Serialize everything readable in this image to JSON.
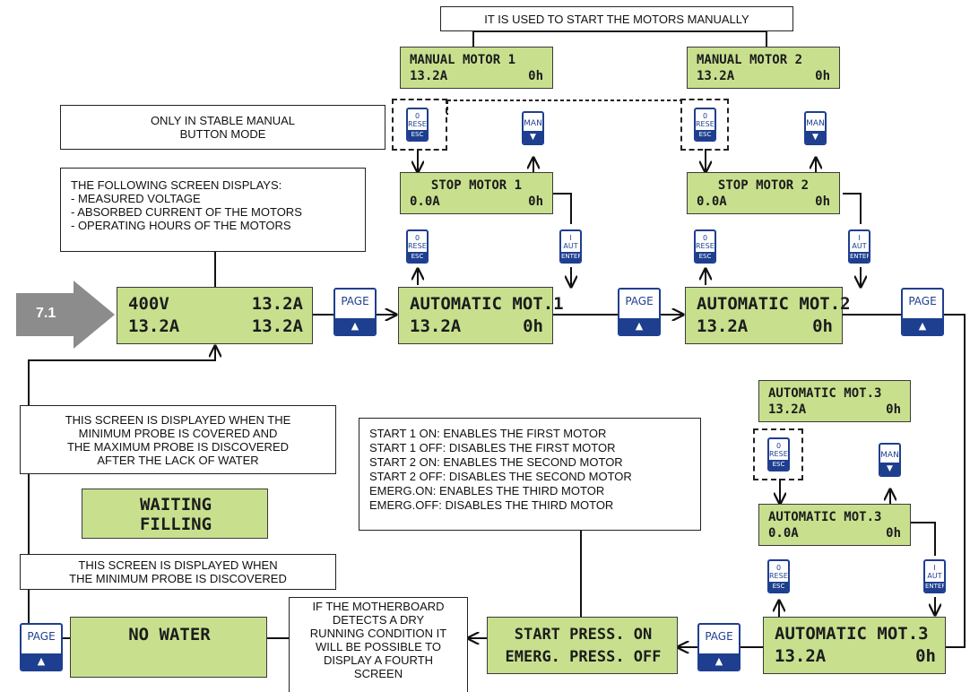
{
  "notes": {
    "manual_start": [
      "IT IS USED TO START THE MOTORS MANUALLY"
    ],
    "stable_manual": [
      "ONLY IN STABLE MANUAL",
      "BUTTON MODE"
    ],
    "following_screen": [
      "THE FOLLOWING SCREEN DISPLAYS:",
      "- MEASURED VOLTAGE",
      "- ABSORBED CURRENT OF THE MOTORS",
      "- OPERATING HOURS OF THE MOTORS"
    ],
    "waiting": [
      "THIS SCREEN IS DISPLAYED WHEN THE",
      "MINIMUM PROBE IS COVERED AND",
      "THE MAXIMUM PROBE IS DISCOVERED",
      "AFTER THE LACK OF WATER"
    ],
    "start_list": [
      "START 1 ON: ENABLES THE FIRST MOTOR",
      "START 1 OFF: DISABLES THE FIRST MOTOR",
      "START 2 ON: ENABLES THE SECOND MOTOR",
      "START 2 OFF: DISABLES THE SECOND MOTOR",
      "EMERG.ON: ENABLES THE THIRD MOTOR",
      "EMERG.OFF: DISABLES THE THIRD MOTOR"
    ],
    "no_water": [
      "THIS SCREEN IS DISPLAYED WHEN",
      "THE MINIMUM PROBE IS DISCOVERED"
    ],
    "dry_running": [
      "IF THE MOTHERBOARD",
      "DETECTS A DRY",
      "RUNNING CONDITION IT",
      "WILL BE POSSIBLE TO",
      "DISPLAY A FOURTH",
      "SCREEN"
    ]
  },
  "screens": {
    "manual1": {
      "r1l": "MANUAL  MOTOR 1",
      "r1r": "",
      "r2l": "13.2A",
      "r2r": "0h"
    },
    "manual2": {
      "r1l": "MANUAL  MOTOR 2",
      "r1r": "",
      "r2l": "13.2A",
      "r2r": "0h"
    },
    "stop1": {
      "r1l": "STOP  MOTOR 1",
      "r2l": "0.0A",
      "r2r": "0h"
    },
    "stop2": {
      "r1l": "STOP  MOTOR 2",
      "r2l": "0.0A",
      "r2r": "0h"
    },
    "main": {
      "r1l": "400V",
      "r1r": "13.2A",
      "r2l": "13.2A",
      "r2r": "13.2A"
    },
    "auto1": {
      "r1l": "AUTOMATIC  MOT.1",
      "r2l": "13.2A",
      "r2r": "0h"
    },
    "auto2": {
      "r1l": "AUTOMATIC  MOT.2",
      "r2l": "13.2A",
      "r2r": "0h"
    },
    "auto3_top": {
      "r1l": "AUTOMATIC  MOT.3",
      "r2l": "13.2A",
      "r2r": "0h"
    },
    "auto3_mid": {
      "r1l": "AUTOMATIC  MOT.3",
      "r2l": "0.0A",
      "r2r": "0h"
    },
    "auto3_bot": {
      "r1l": "AUTOMATIC  MOT.3",
      "r2l": "13.2A",
      "r2r": "0h"
    },
    "waiting": {
      "r1": "WAITING",
      "r2": "FILLING"
    },
    "no_water": {
      "r1": "NO  WATER"
    },
    "start_press": {
      "r1": "START  PRESS. ON",
      "r2": "EMERG. PRESS. OFF"
    }
  },
  "buttons": {
    "page_label": "PAGE",
    "reset_top": "0",
    "reset_mid": "RESET",
    "reset_bot": "ESC",
    "man_label": "MAN",
    "aut_top": "I",
    "aut_mid": "AUT",
    "aut_bot": "ENTER"
  },
  "badge": "7.1",
  "colors": {
    "lcd": "#c8e08e",
    "button": "#1e3f8f",
    "badge": "#8c8c8c"
  }
}
